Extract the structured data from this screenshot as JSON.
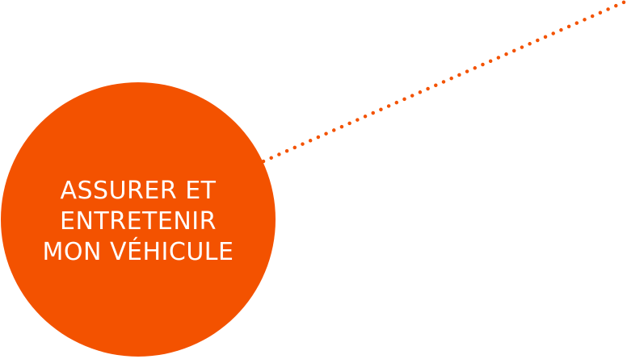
{
  "colors": {
    "accent": "#F35200",
    "text": "#FFFFFF",
    "background": "#FFFFFF"
  },
  "badge": {
    "lines": [
      "ASSURER ET",
      "ENTRETENIR",
      "MON VÉHICULE"
    ]
  }
}
